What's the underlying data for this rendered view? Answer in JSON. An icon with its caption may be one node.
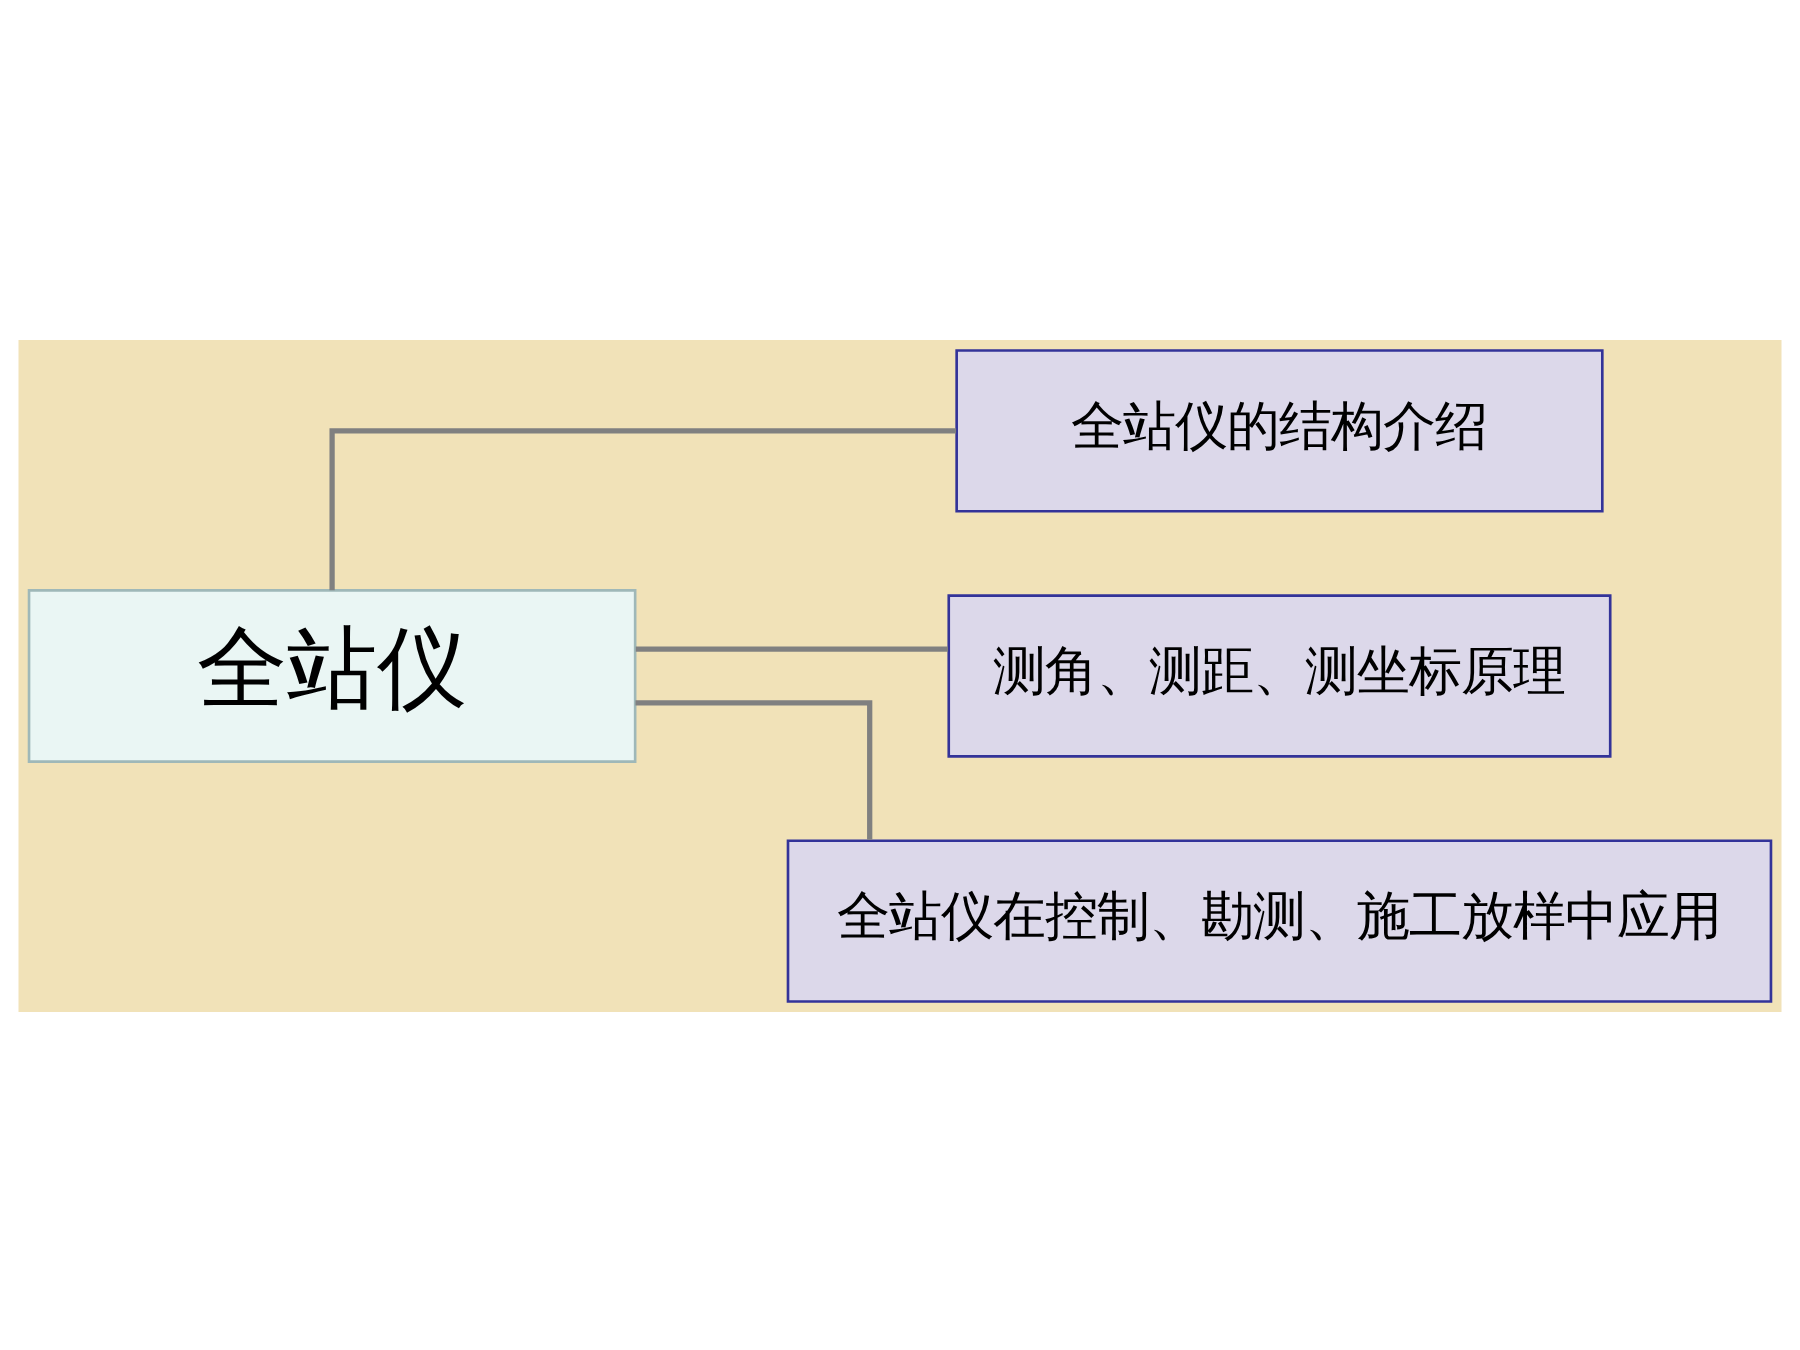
{
  "diagram": {
    "nodes": [
      {
        "text": [
          "全站仪"
        ]
      },
      {
        "text": [
          "全站仪的结构介绍"
        ]
      },
      {
        "text": [
          "测角、测距、测坐标原理"
        ]
      },
      {
        "text": [
          "全站仪在控制、勘测、施工放样中应用"
        ]
      }
    ],
    "edges": [
      {
        "from": 0,
        "to": 1,
        "arrow": "none"
      },
      {
        "from": 0,
        "to": 2,
        "arrow": "none"
      },
      {
        "from": 0,
        "to": 3,
        "arrow": "none"
      }
    ]
  }
}
